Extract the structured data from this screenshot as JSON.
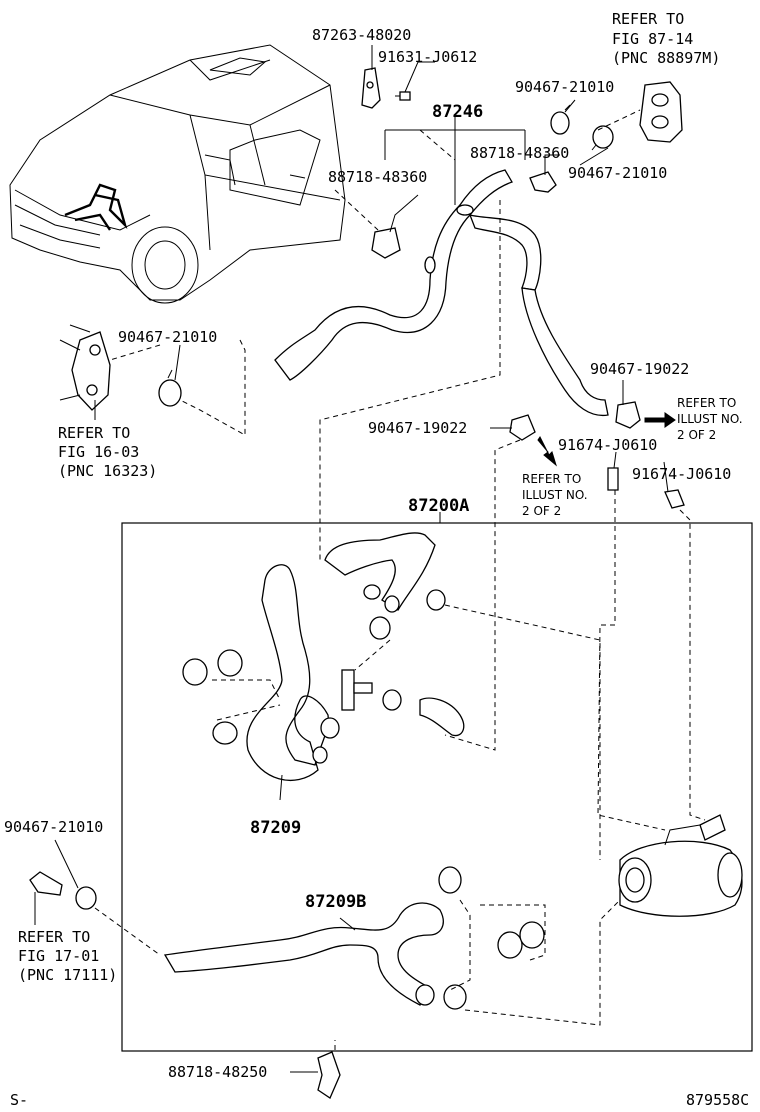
{
  "labels": {
    "p87263": "87263-48020",
    "p91631": "91631-J0612",
    "p87246": "87246",
    "refer_87_14_l1": "REFER TO",
    "refer_87_14_l2": "FIG 87-14",
    "refer_87_14_l3": "(PNC 88897M)",
    "p90467_21010_a": "90467-21010",
    "p88718_48360_a": "88718-48360",
    "p88718_48360_b": "88718-48360",
    "p90467_21010_b": "90467-21010",
    "p90467_21010_c": "90467-21010",
    "refer_16_03_l1": "REFER TO",
    "refer_16_03_l2": "FIG 16-03",
    "refer_16_03_l3": "(PNC 16323)",
    "p90467_19022_a": "90467-19022",
    "refer_illust_a_l1": "REFER TO",
    "refer_illust_a_l2": "ILLUST NO.",
    "refer_illust_a_l3": "2 OF 2",
    "p90467_19022_b": "90467-19022",
    "p91674_j0610_a": "91674-J0610",
    "refer_illust_b_l1": "REFER TO",
    "refer_illust_b_l2": "ILLUST NO.",
    "refer_illust_b_l3": "2 OF 2",
    "p91674_j0610_b": "91674-J0610",
    "p87200a": "87200A",
    "p87209": "87209",
    "p90467_21010_d": "90467-21010",
    "refer_17_01_l1": "REFER TO",
    "refer_17_01_l2": "FIG 17-01",
    "refer_17_01_l3": "(PNC 17111)",
    "p87209b": "87209B",
    "p88718_48250": "88718-48250",
    "corner_left": "S-",
    "corner_right": "879558C"
  }
}
